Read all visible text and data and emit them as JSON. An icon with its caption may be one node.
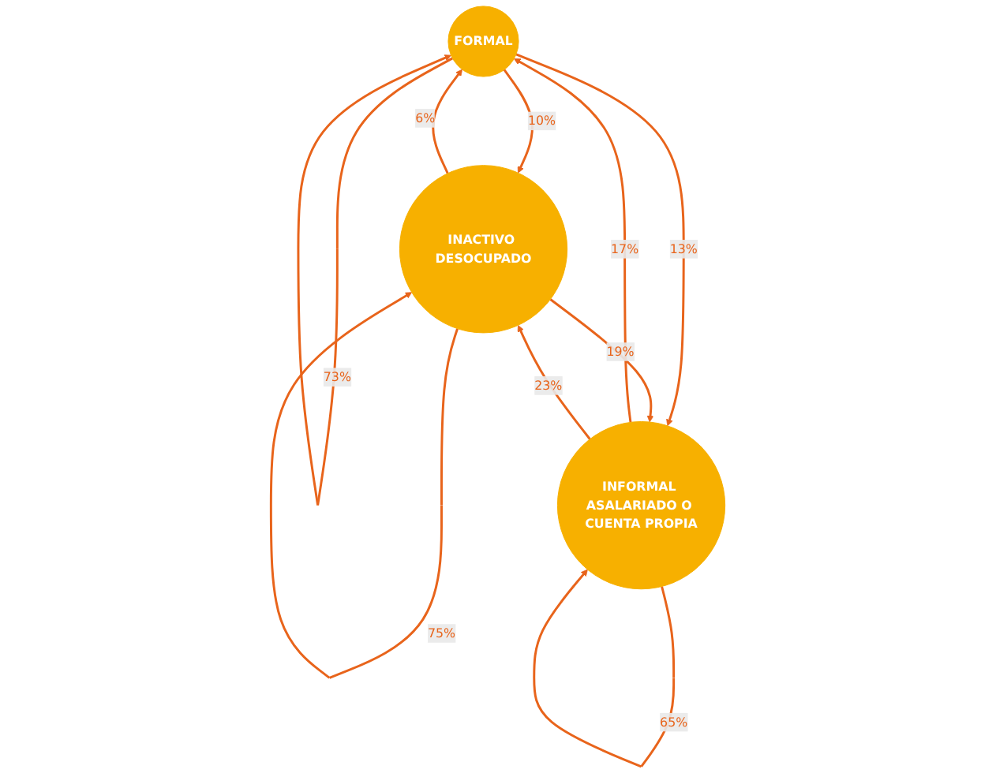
{
  "diagram": {
    "nodes": [
      {
        "text": [
          "FORMAL"
        ]
      },
      {
        "text": [
          "INACTIVO DESOCUPADO"
        ]
      },
      {
        "text": [
          "INFORMAL ASALARIADO O CUENTA PROPIA"
        ]
      }
    ],
    "edges": [
      {
        "from": 0,
        "to": 0,
        "arrow": "to",
        "label": "73%"
      },
      {
        "from": 1,
        "to": 0,
        "arrow": "to",
        "label": "6%"
      },
      {
        "from": 0,
        "to": 1,
        "arrow": "to",
        "label": "10%"
      },
      {
        "from": 0,
        "to": 2,
        "arrow": "to",
        "label": "13%"
      },
      {
        "from": 2,
        "to": 0,
        "arrow": "to",
        "label": "17%"
      },
      {
        "from": 2,
        "to": 1,
        "arrow": "to",
        "label": "23%"
      },
      {
        "from": 1,
        "to": 2,
        "arrow": "to",
        "label": "19%"
      },
      {
        "from": 1,
        "to": 1,
        "arrow": "to",
        "label": "75%"
      },
      {
        "from": 2,
        "to": 2,
        "arrow": "to",
        "label": "65%"
      }
    ]
  }
}
